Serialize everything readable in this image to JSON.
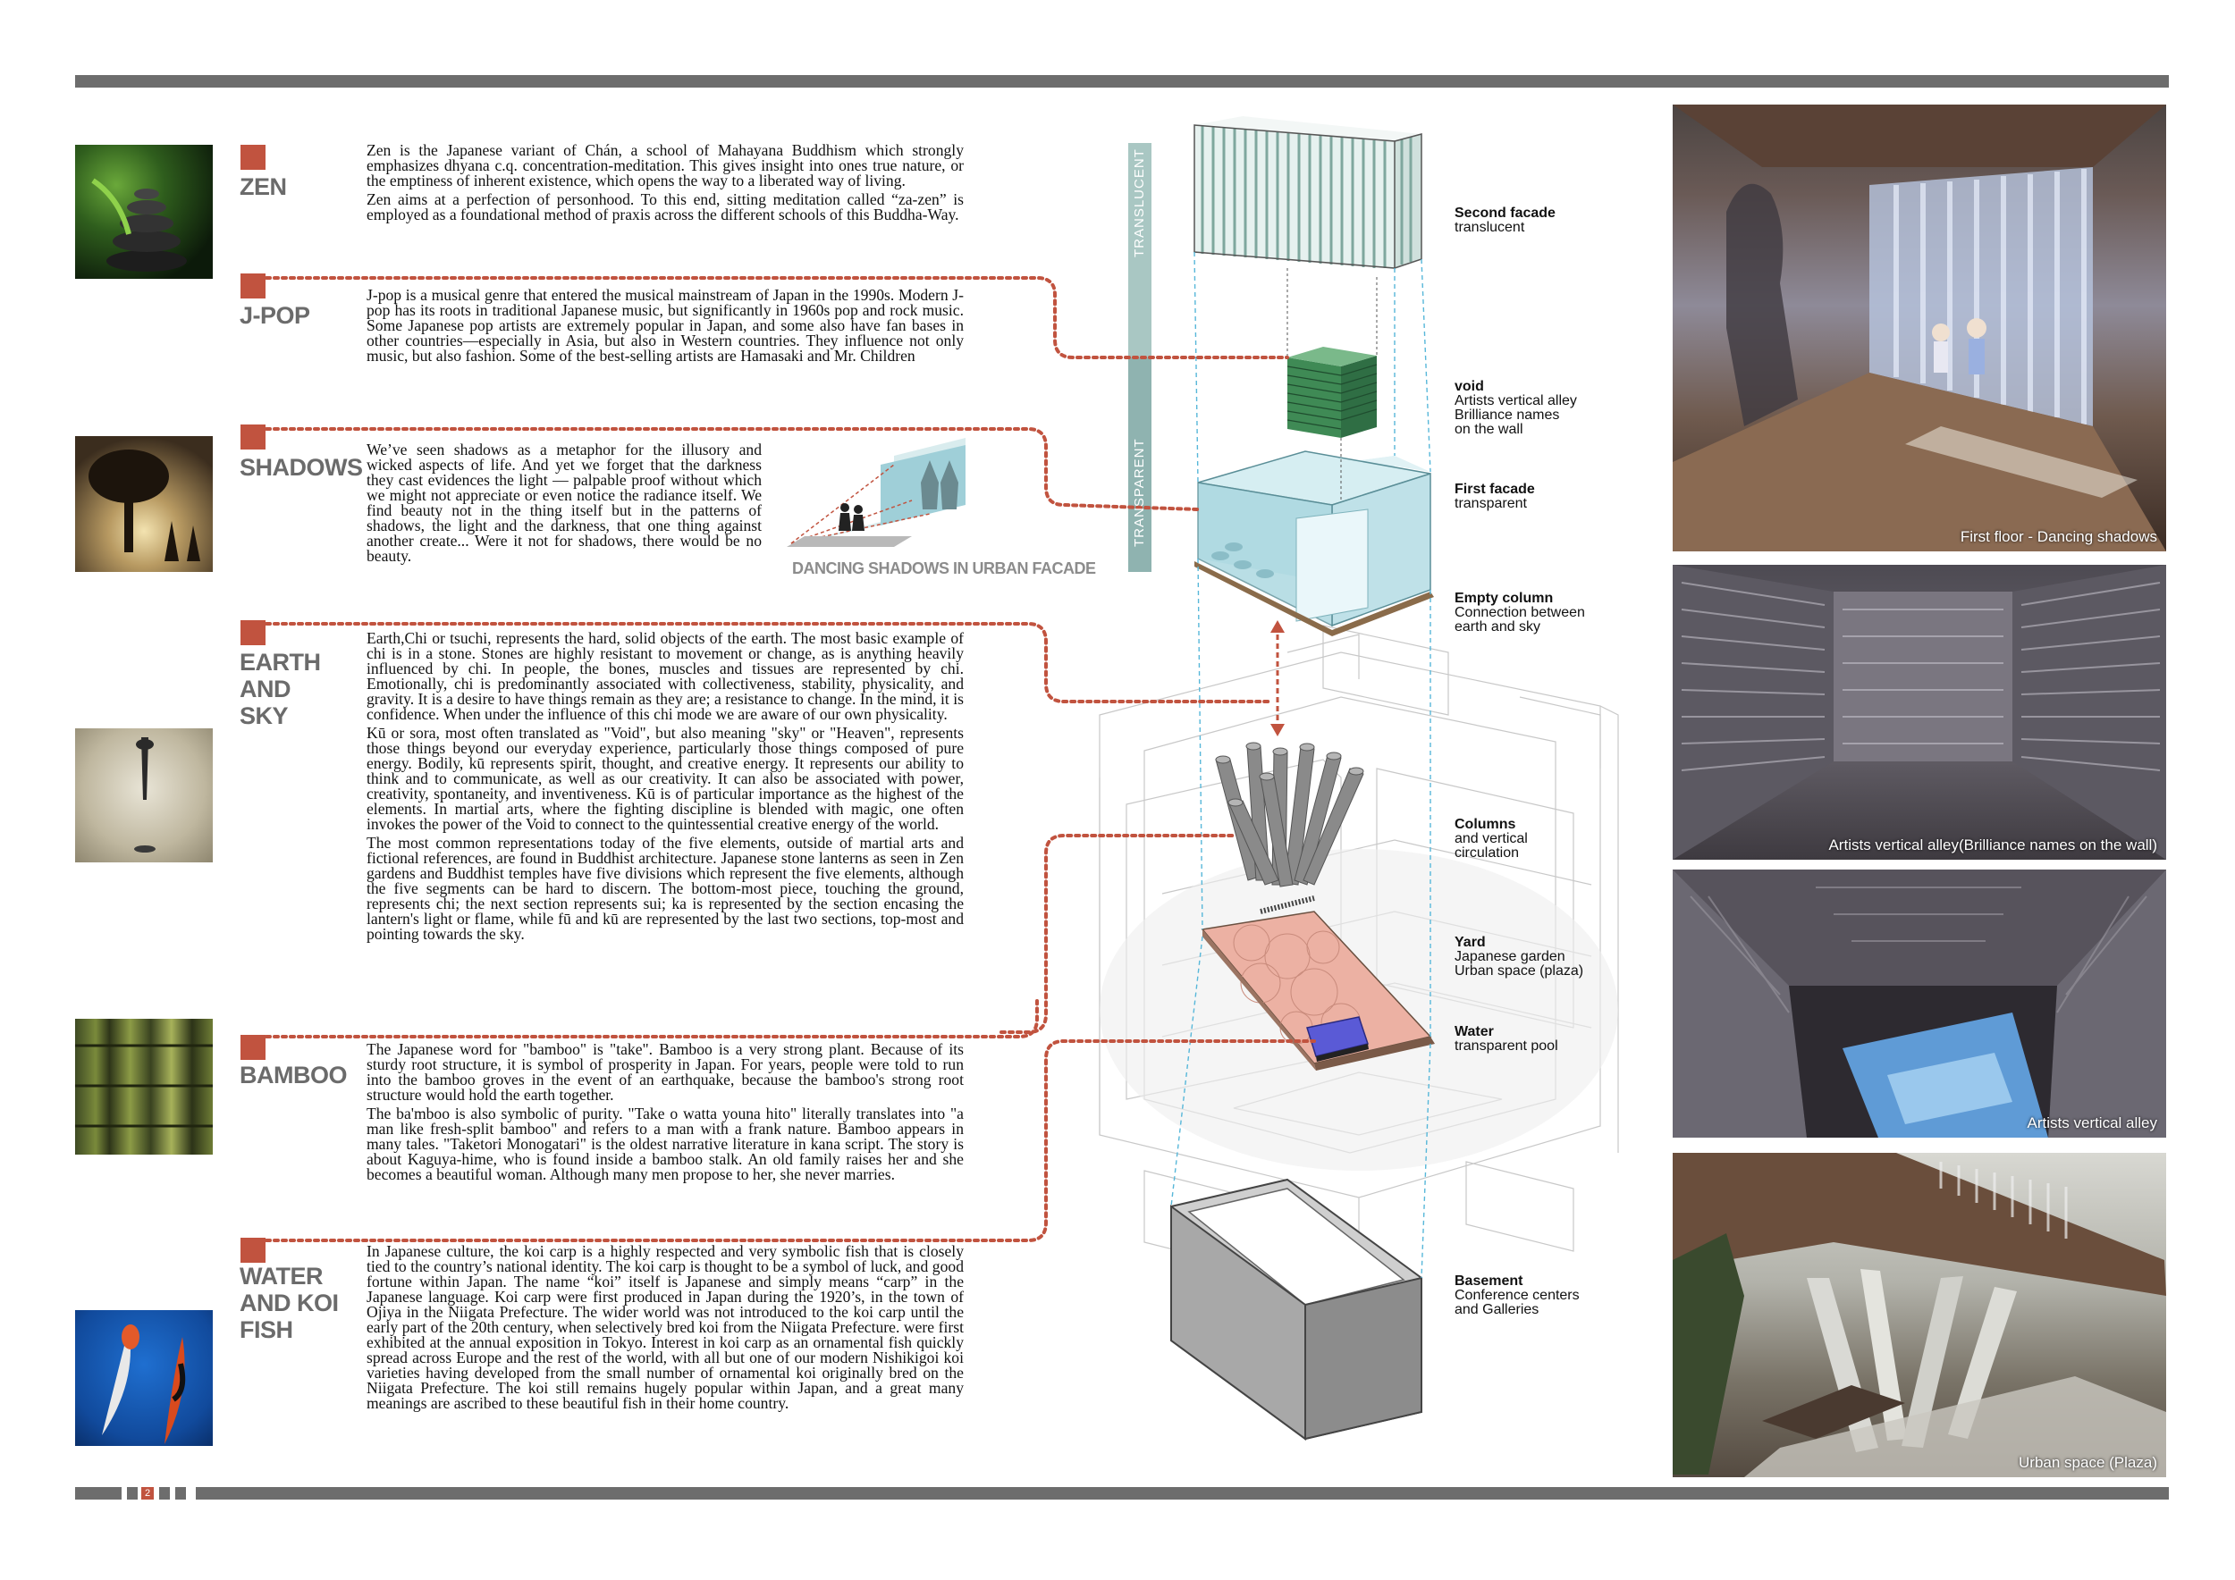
{
  "sections": [
    {
      "id": "zen",
      "title": "ZEN",
      "paragraphs": [
        "Zen is the Japanese variant of Chán, a school of Mahayana Buddhism which strongly emphasizes dhyana c.q. concentration-meditation. This gives insight into ones true nature, or the emptiness of inherent existence, which opens the way to a liberated way of living.",
        "Zen aims at a perfection of personhood. To this end, sitting meditation called “za-zen” is employed as a foundational method of praxis across the different schools of this Buddha-Way."
      ]
    },
    {
      "id": "jpop",
      "title": "J-POP",
      "paragraphs": [
        "J-pop is a musical genre that entered the musical mainstream of Japan in the 1990s. Modern J-pop has its roots in traditional Japanese music, but significantly in 1960s pop and rock music. Some Japanese pop artists are extremely popular in Japan, and some also have fan bases in other countries—especially in Asia, but also in Western countries. They influence not only music, but also fashion. Some of the best-selling artists are Hamasaki and Mr. Children"
      ]
    },
    {
      "id": "shadows",
      "title": "SHADOWS",
      "paragraphs": [
        "We’ve seen shadows as a metaphor for the illusory and wicked aspects of life. And yet we forget that the darkness they cast evidences the light — palpable proof without which we might not appreciate or even notice the radiance itself.  We find beauty not in the thing itself but in the patterns of shadows, the light and the darkness, that one thing against another create... Were it not for shadows, there would be no beauty."
      ]
    },
    {
      "id": "earth",
      "title": "EARTH AND SKY",
      "paragraphs": [
        "Earth,Chi or tsuchi, represents the hard, solid objects of the earth. The most basic example of chi is in a stone. Stones are highly resistant to movement or change, as is anything heavily influenced by chi. In people, the bones, muscles and tissues are represented by chi. Emotionally, chi is predominantly associated with collectiveness, stability, physicality, and gravity. It is a desire to have things remain as they are; a resistance to change. In the mind, it is confidence. When under the influence of this chi mode we are aware of our own physicality.",
        "Kū or sora, most often translated as \"Void\", but also meaning \"sky\" or \"Heaven\", represents those things beyond our everyday experience, particularly those things composed of pure energy. Bodily, kū represents spirit, thought, and creative energy. It represents our ability to think and to communicate, as well as our creativity. It can also be associated with power, creativity, spontaneity, and inventiveness. Kū is of particular importance as the highest of the elements. In martial arts, where the fighting discipline is blended with magic, one often invokes the power of the Void to connect to the quintessential creative energy of the world.",
        "The most common representations today of the five elements, outside of martial arts and fictional references, are found in Buddhist architecture. Japanese stone lanterns as seen in Zen gardens and Buddhist temples have five divisions which represent the five elements, although the five segments can be hard to discern. The bottom-most piece, touching the ground, represents chi; the next section represents sui; ka is represented by the section encasing the lantern's light or flame, while fū and kū are represented by the last two sections, top-most and pointing towards the sky."
      ]
    },
    {
      "id": "bamboo",
      "title": "BAMBOO",
      "paragraphs": [
        "The Japanese word for \"bamboo\" is \"take\". Bamboo is a very strong plant. Because of its sturdy root structure, it is symbol of prosperity in Japan. For years, people were told to run into the bamboo groves in the event of an earthquake, because the bamboo's strong root structure would hold the earth together.",
        "The ba'mboo is also symbolic of purity. \"Take o watta youna hito\" literally translates into \"a man like fresh-split bamboo\" and refers to a man with a frank nature. Bamboo appears in many tales. \"Taketori Monogatari\" is the oldest narrative literature in kana script. The story is about Kaguya-hime, who is found inside a bamboo stalk. An old family raises her and she becomes a beautiful woman. Although many men propose to her, she never marries."
      ]
    },
    {
      "id": "water",
      "title": "WATER AND KOI FISH",
      "paragraphs": [
        "In Japanese culture, the koi carp is a highly respected and very symbolic fish that is closely tied to the country’s national identity. The koi carp is thought to be a symbol of luck,  and good fortune within Japan. The name “koi” itself is Japanese and simply means “carp” in the Japanese language. Koi carp were first produced in Japan during the 1920’s, in the town of Ojiya in the Niigata Prefecture. The wider world was not introduced to the koi carp until the early part of the 20th century, when selectively bred koi from the Niigata Prefecture. were first exhibited at the annual exposition in Tokyo. Interest in koi carp as an ornamental fish quickly spread across Europe and the rest of the world, with all but one of our modern Nishikigoi koi varieties having developed from the small number of ornamental koi originally bred on the Niigata Prefecture. The koi still remains hugely popular within Japan, and a great many meanings are ascribed to these beautiful fish in their home country."
      ]
    }
  ],
  "shadow_diagram_caption": "DANCING SHADOWS  IN URBAN FACADE",
  "facade_bar": {
    "top": "TRANSLUCENT",
    "bottom": "TRANSPARENT"
  },
  "layers": [
    {
      "id": "second_facade",
      "title": "Second facade",
      "lines": [
        "translucent"
      ]
    },
    {
      "id": "void",
      "title": "void",
      "lines": [
        "Artists vertical alley",
        "Brilliance names",
        "on the wall"
      ]
    },
    {
      "id": "first_facade",
      "title": "First facade",
      "lines": [
        "transparent"
      ]
    },
    {
      "id": "empty_column",
      "title": "Empty column",
      "lines": [
        "Connection between",
        "earth and sky"
      ]
    },
    {
      "id": "columns",
      "title": "Columns",
      "lines": [
        "and vertical",
        "circulation"
      ]
    },
    {
      "id": "yard",
      "title": "Yard",
      "lines": [
        "Japanese garden",
        "Urban space (plaza)"
      ]
    },
    {
      "id": "water",
      "title": "Water",
      "lines": [
        "transparent pool"
      ]
    },
    {
      "id": "basement",
      "title": "Basement",
      "lines": [
        "Conference centers",
        "and Galleries"
      ]
    }
  ],
  "renders": [
    {
      "caption": "First floor - Dancing shadows"
    },
    {
      "caption": "Artists vertical alley(Brilliance names on the wall)"
    },
    {
      "caption": "Artists vertical alley"
    },
    {
      "caption": "Urban space (Plaza)"
    }
  ],
  "page_number": "2",
  "colors": {
    "accent": "#c1533f",
    "bar": "#6d6d6d",
    "label": "#6b6b6b",
    "glass": "#8fd0dc",
    "greenGlass": "#4f9a63"
  }
}
